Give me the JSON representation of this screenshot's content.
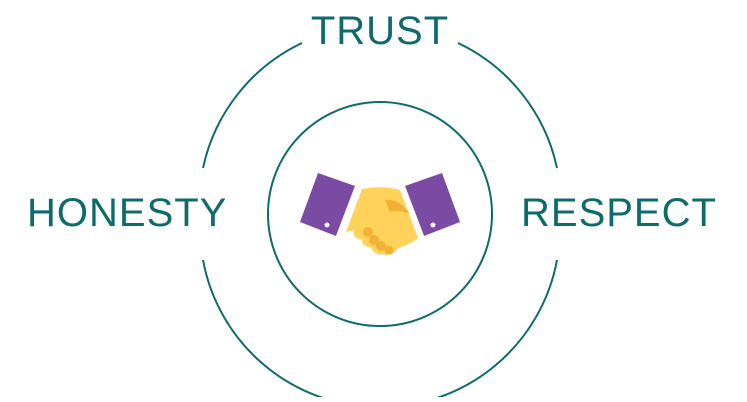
{
  "labels": {
    "top": "TRUST",
    "left": "HONESTY",
    "right": "RESPECT"
  },
  "icon": {
    "name": "handshake-icon"
  },
  "colors": {
    "teal": "#0e6b6b",
    "sleeve": "#7b4aa2",
    "hand": "#ffd35a",
    "hand_shadow": "#f2b035",
    "cuff": "#ffffff"
  }
}
